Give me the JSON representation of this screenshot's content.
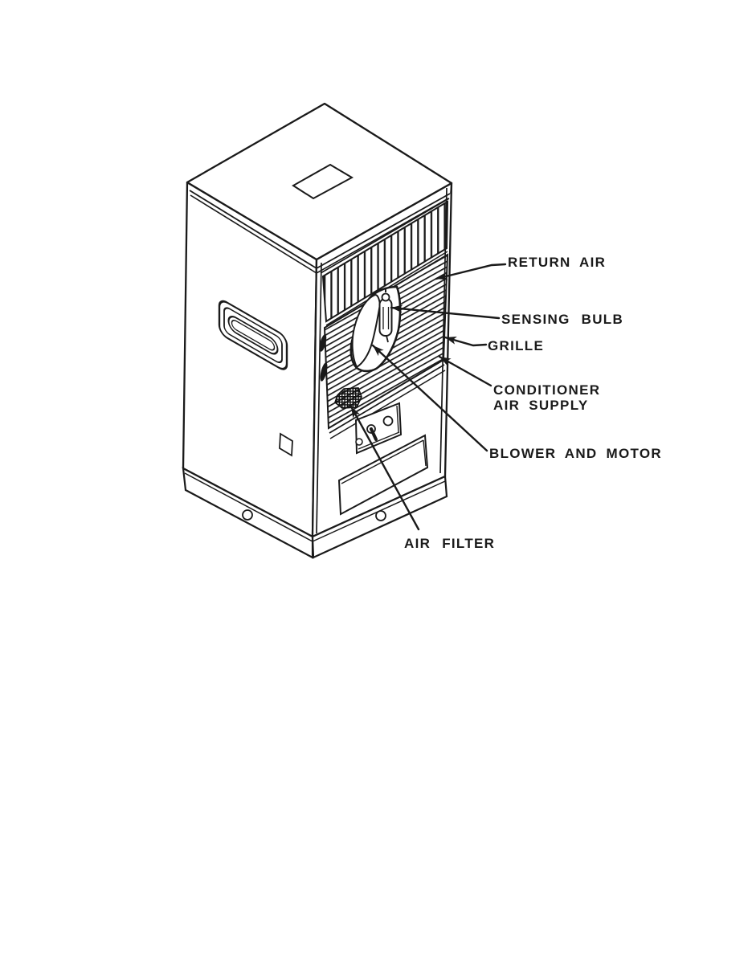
{
  "page": {
    "background": "#ffffff"
  },
  "figure": {
    "kind": "isometric-cutaway-line-drawing",
    "subject": "air-conditioner-cabinet",
    "ink_color": "#1a1a1a",
    "labels": {
      "return_air": "RETURN AIR",
      "sensing_bulb": "SENSING BULB",
      "grille": "GRILLE",
      "conditioner_line1": "CONDITIONER",
      "conditioner_line2": "AIR SUPPLY",
      "blower_and_motor": "BLOWER AND MOTOR",
      "air_filter": "AIR FILTER"
    }
  }
}
